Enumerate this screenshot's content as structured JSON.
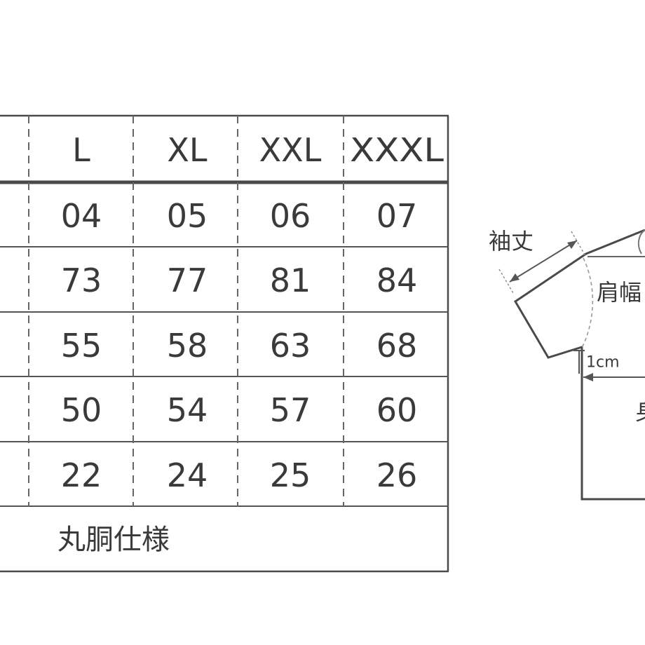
{
  "table": {
    "headers": [
      "L",
      "XL",
      "XXL",
      "XXXL"
    ],
    "rows": [
      [
        "04",
        "05",
        "06",
        "07"
      ],
      [
        "73",
        "77",
        "81",
        "84"
      ],
      [
        "55",
        "58",
        "63",
        "68"
      ],
      [
        "50",
        "54",
        "57",
        "60"
      ],
      [
        "22",
        "24",
        "25",
        "26"
      ]
    ],
    "note": "丸胴仕様"
  },
  "diagram": {
    "sleeve_length_label": "袖丈",
    "shoulder_width_label": "肩幅",
    "one_cm_label": "1cm",
    "partial_label": "身"
  }
}
